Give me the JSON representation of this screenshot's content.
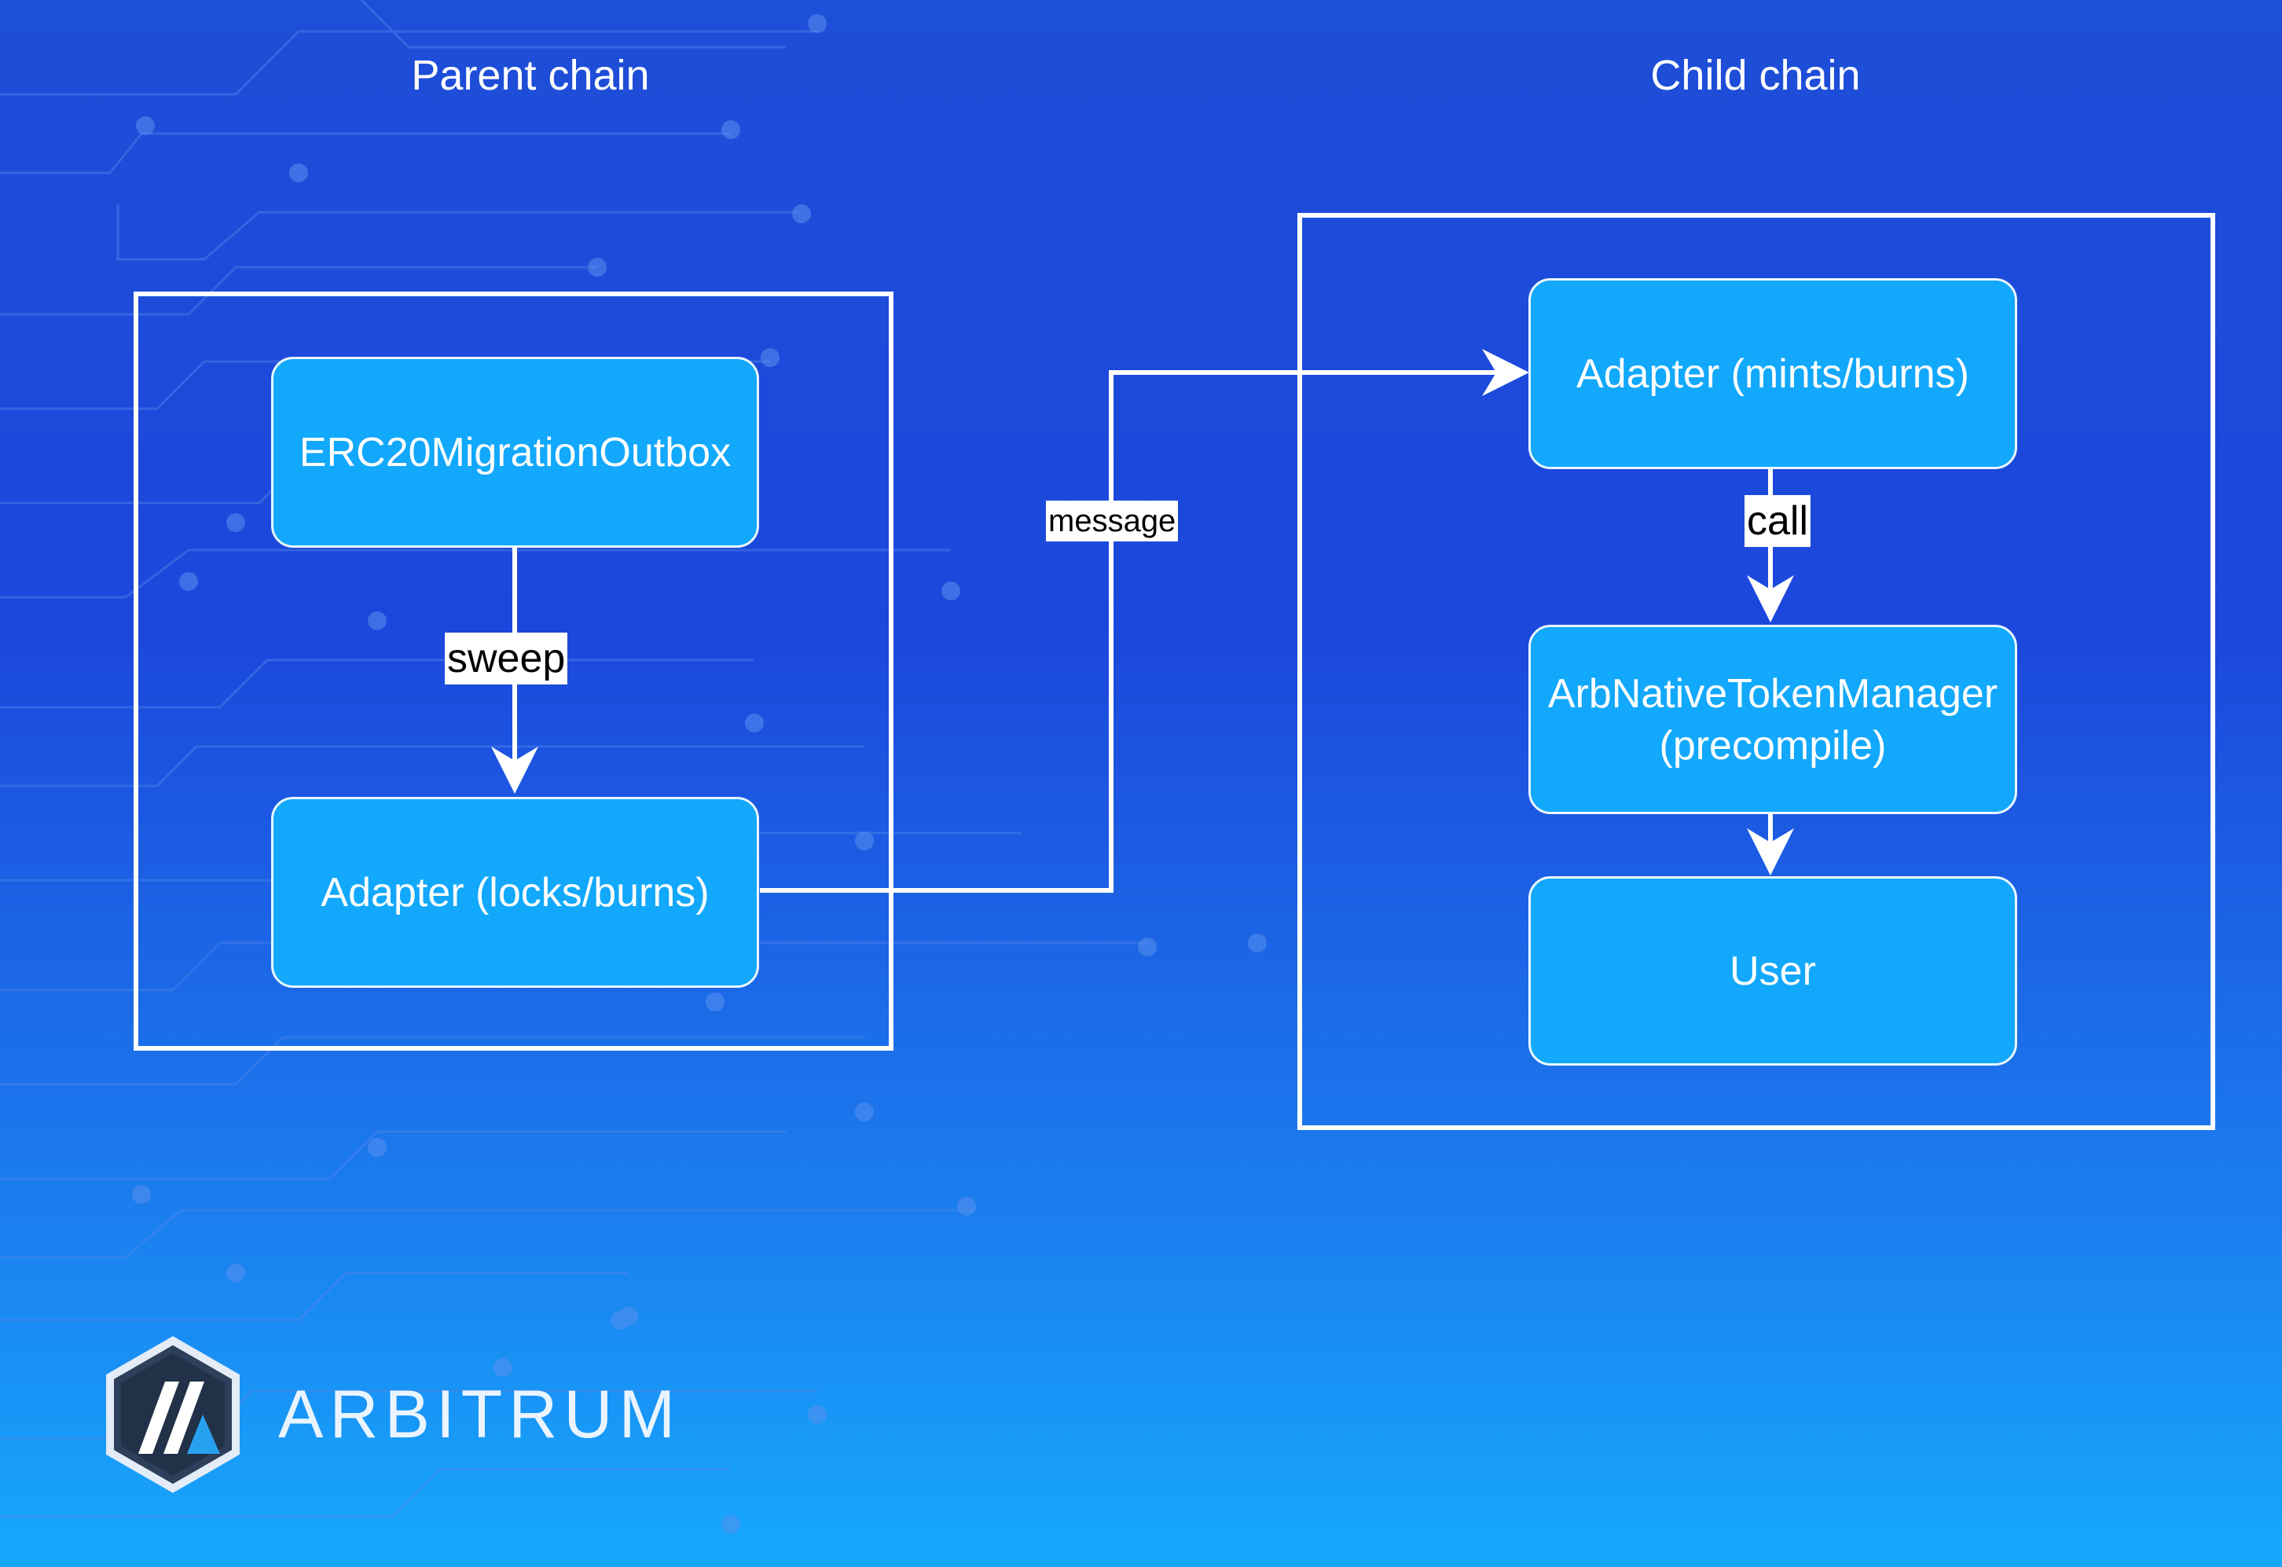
{
  "headings": {
    "parent": "Parent chain",
    "child": "Child chain"
  },
  "nodes": {
    "outbox": "ERC20MigrationOutbox",
    "parent_adapter": "Adapter (locks/burns)",
    "child_adapter": "Adapter (mints/burns)",
    "token_manager_line1": "ArbNativeTokenManager",
    "token_manager_line2": "(precompile)",
    "user": "User"
  },
  "edges": {
    "sweep": "sweep",
    "message": "message",
    "call": "call"
  },
  "logo": {
    "wordmark": "ARBITRUM"
  },
  "colors": {
    "node_fill": "#12a8fb",
    "frame_stroke": "#ffffff",
    "background_top": "#1e4fd8",
    "background_bottom": "#16a9fd"
  }
}
